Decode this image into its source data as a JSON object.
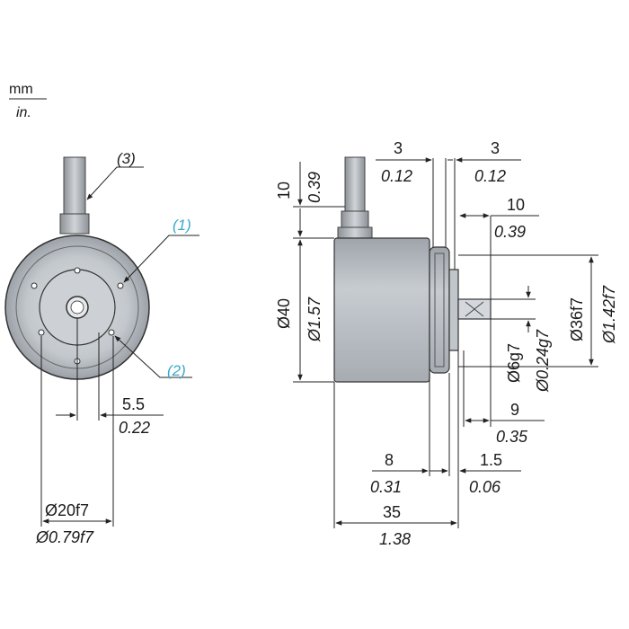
{
  "units": {
    "metric": "mm",
    "imperial": "in."
  },
  "callouts": {
    "cable": "(3)",
    "mount_hole": "(1)",
    "fixing_hole": "(2)"
  },
  "front_view": {
    "shaft_offset_mm": "5.5",
    "shaft_offset_in": "0.22",
    "pilot_dia_mm": "Ø20f7",
    "pilot_dia_in": "Ø0.79f7"
  },
  "side_view": {
    "flange_thk_mm": "3",
    "flange_thk_in": "0.12",
    "collar_thk_mm": "3",
    "collar_thk_in": "0.12",
    "shaft_len_mm": "10",
    "shaft_len_in": "0.39",
    "cable_offset_mm": "10",
    "cable_offset_in": "0.39",
    "body_dia_mm": "Ø40",
    "body_dia_in": "Ø1.57",
    "spigot_dia_mm": "Ø36f7",
    "spigot_dia_in": "Ø1.42f7",
    "shaft_dia_mm": "Ø6g7",
    "shaft_dia_in": "Ø0.24g7",
    "flat_len_mm": "9",
    "flat_len_in": "0.35",
    "ring_width_mm": "8",
    "ring_width_in": "0.31",
    "spigot_depth_mm": "1.5",
    "spigot_depth_in": "0.06",
    "body_len_mm": "35",
    "body_len_in": "1.38"
  },
  "colors": {
    "callout_blue": "#3aa8c8",
    "body_gray": "#b9bec3",
    "line": "#222222"
  }
}
